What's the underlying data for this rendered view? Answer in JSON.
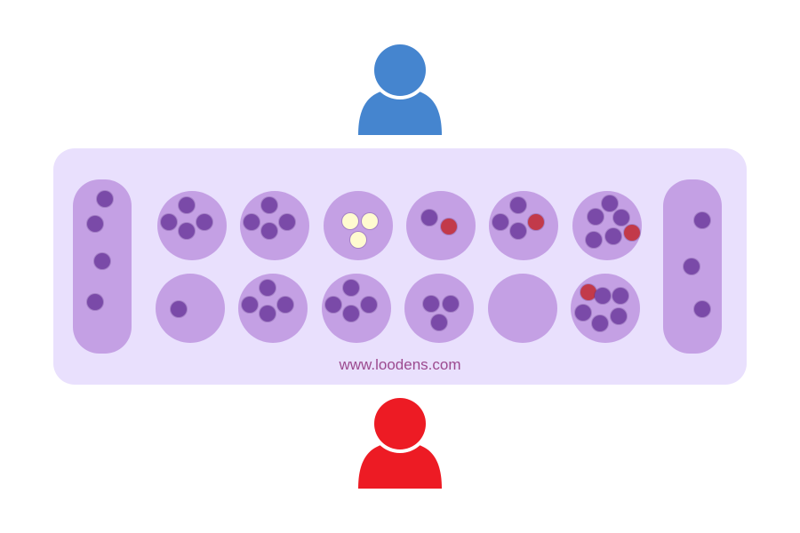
{
  "colors": {
    "player_top": "#4585cf",
    "player_bottom": "#ed1b24",
    "board_background": "#e9e0fd",
    "pit": "#c4a0e4",
    "seed_purple": "#7a4aa8",
    "seed_red": "#c23a4a",
    "seed_cream": "#fffbd0"
  },
  "players": {
    "top": {
      "icon": "user-icon"
    },
    "bottom": {
      "icon": "user-icon"
    }
  },
  "board": {
    "watermark": "www.loodens.com",
    "left_store": {
      "seeds": [
        "purple",
        "purple",
        "purple",
        "purple"
      ]
    },
    "right_store": {
      "seeds": [
        "purple",
        "purple",
        "purple"
      ]
    },
    "top_row": [
      {
        "seeds": [
          "purple",
          "purple",
          "purple",
          "purple"
        ]
      },
      {
        "seeds": [
          "purple",
          "purple",
          "purple",
          "purple"
        ]
      },
      {
        "seeds": [
          "cream",
          "cream",
          "cream"
        ]
      },
      {
        "seeds": [
          "purple",
          "red"
        ]
      },
      {
        "seeds": [
          "purple",
          "purple",
          "purple",
          "red"
        ]
      },
      {
        "seeds": [
          "purple",
          "purple",
          "purple",
          "purple",
          "purple",
          "red"
        ]
      }
    ],
    "bottom_row": [
      {
        "seeds": [
          "purple"
        ]
      },
      {
        "seeds": [
          "purple",
          "purple",
          "purple",
          "purple"
        ]
      },
      {
        "seeds": [
          "purple",
          "purple",
          "purple",
          "purple"
        ]
      },
      {
        "seeds": [
          "purple",
          "purple",
          "purple"
        ]
      },
      {
        "seeds": []
      },
      {
        "seeds": [
          "red",
          "purple",
          "purple",
          "purple",
          "purple",
          "purple"
        ]
      }
    ]
  }
}
